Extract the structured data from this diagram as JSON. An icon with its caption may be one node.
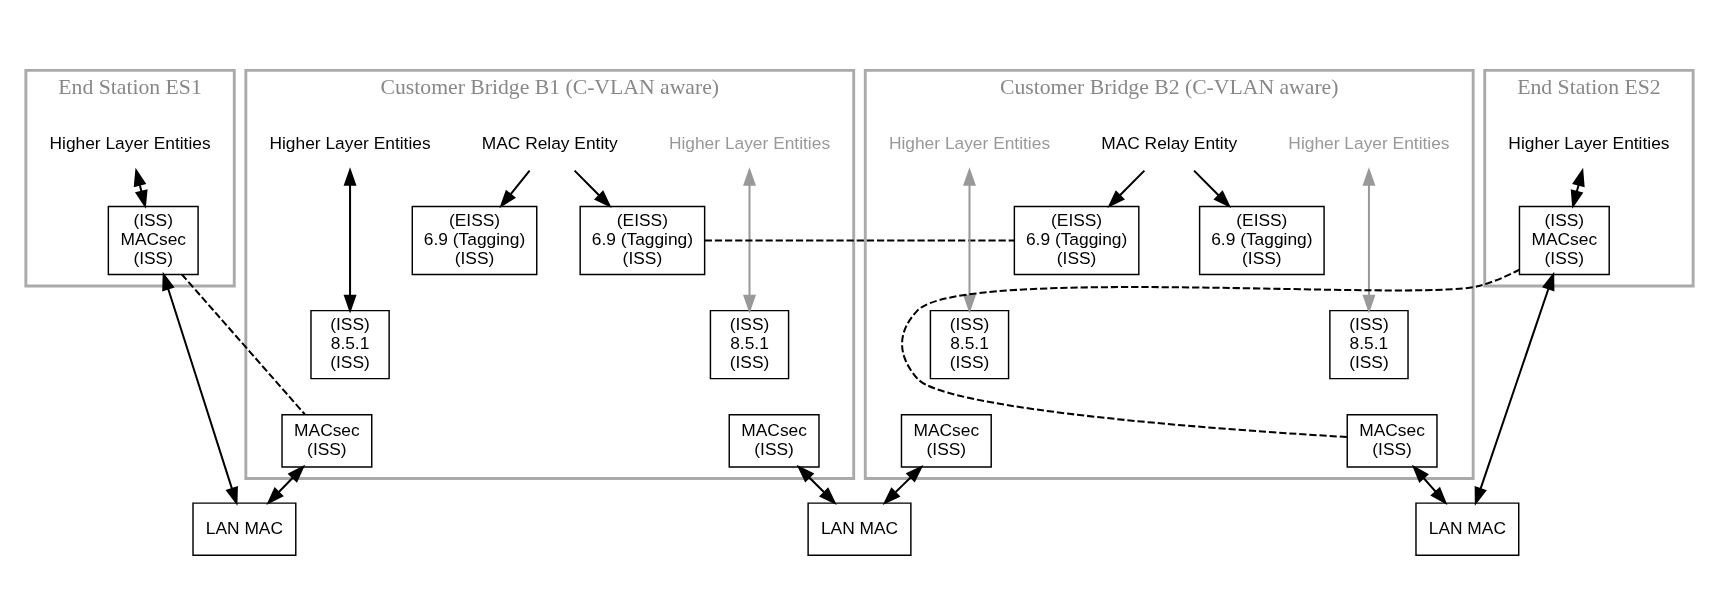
{
  "diagram": {
    "nodes": [
      {
        "text": [
          "End Station ES1"
        ]
      },
      {
        "text": [
          "Higher Layer Entities"
        ],
        "in": 0
      },
      {
        "text": [
          "(ISS)",
          "MACsec",
          "(ISS)"
        ],
        "in": 0
      },
      {
        "text": [
          "Customer Bridge B1 (C-VLAN aware)"
        ]
      },
      {
        "text": [
          "Higher Layer Entities"
        ],
        "in": 3
      },
      {
        "text": [
          "MAC Relay Entity"
        ],
        "in": 3
      },
      {
        "text": [
          "Higher Layer Entities"
        ],
        "in": 3
      },
      {
        "text": [
          "(EISS)",
          "6.9 (Tagging)",
          "(ISS)"
        ],
        "in": 3
      },
      {
        "text": [
          "(ISS)",
          "8.5.1",
          "(ISS)"
        ],
        "in": 3
      },
      {
        "text": [
          "MACsec",
          "(ISS)"
        ],
        "in": 3
      },
      {
        "text": [
          "(EISS)",
          "6.9 (Tagging)",
          "(ISS)"
        ],
        "in": 3
      },
      {
        "text": [
          "(ISS)",
          "8.5.1",
          "(ISS)"
        ],
        "in": 3
      },
      {
        "text": [
          "MACsec",
          "(ISS)"
        ],
        "in": 3
      },
      {
        "text": [
          "Customer Bridge B2 (C-VLAN aware)"
        ]
      },
      {
        "text": [
          "Higher Layer Entities"
        ],
        "in": 13
      },
      {
        "text": [
          "MAC Relay Entity"
        ],
        "in": 13
      },
      {
        "text": [
          "Higher Layer Entities"
        ],
        "in": 13
      },
      {
        "text": [
          "(EISS)",
          "6.9 (Tagging)",
          "(ISS)"
        ],
        "in": 13
      },
      {
        "text": [
          "(ISS)",
          "8.5.1",
          "(ISS)"
        ],
        "in": 13
      },
      {
        "text": [
          "MACsec",
          "(ISS)"
        ],
        "in": 13
      },
      {
        "text": [
          "(EISS)",
          "6.9 (Tagging)",
          "(ISS)"
        ],
        "in": 13
      },
      {
        "text": [
          "(ISS)",
          "8.5.1",
          "(ISS)"
        ],
        "in": 13
      },
      {
        "text": [
          "MACsec",
          "(ISS)"
        ],
        "in": 13
      },
      {
        "text": [
          "End Station ES2"
        ]
      },
      {
        "text": [
          "Higher Layer Entities"
        ],
        "in": 23
      },
      {
        "text": [
          "(ISS)",
          "MACsec",
          "(ISS)"
        ],
        "in": 23
      },
      {
        "text": [
          "LAN MAC"
        ]
      },
      {
        "text": [
          "LAN MAC"
        ]
      },
      {
        "text": [
          "LAN MAC"
        ]
      }
    ],
    "edges": [
      {
        "from": 1,
        "to": 2,
        "arrow": "both"
      },
      {
        "from": 2,
        "to": 26,
        "arrow": "both"
      },
      {
        "from": 4,
        "to": 8,
        "arrow": "both"
      },
      {
        "from": 5,
        "to": 7,
        "arrow": "to"
      },
      {
        "from": 5,
        "to": 10,
        "arrow": "to"
      },
      {
        "from": 6,
        "to": 11,
        "arrow": "both",
        "color": "#999999"
      },
      {
        "from": 9,
        "to": 26,
        "arrow": "both"
      },
      {
        "from": 12,
        "to": 27,
        "arrow": "both"
      },
      {
        "from": 14,
        "to": 18,
        "arrow": "both",
        "color": "#999999"
      },
      {
        "from": 15,
        "to": 17,
        "arrow": "to"
      },
      {
        "from": 15,
        "to": 20,
        "arrow": "to"
      },
      {
        "from": 16,
        "to": 21,
        "arrow": "both",
        "color": "#999999"
      },
      {
        "from": 19,
        "to": 27,
        "arrow": "both"
      },
      {
        "from": 22,
        "to": 28,
        "arrow": "both"
      },
      {
        "from": 24,
        "to": 25,
        "arrow": "both"
      },
      {
        "from": 25,
        "to": 28,
        "arrow": "both"
      },
      {
        "from": 2,
        "to": 9,
        "arrow": "none",
        "style": "dashed"
      },
      {
        "from": 10,
        "to": 17,
        "arrow": "none",
        "style": "dashed"
      },
      {
        "from": 22,
        "to": 25,
        "arrow": "none",
        "style": "dashed"
      }
    ]
  }
}
